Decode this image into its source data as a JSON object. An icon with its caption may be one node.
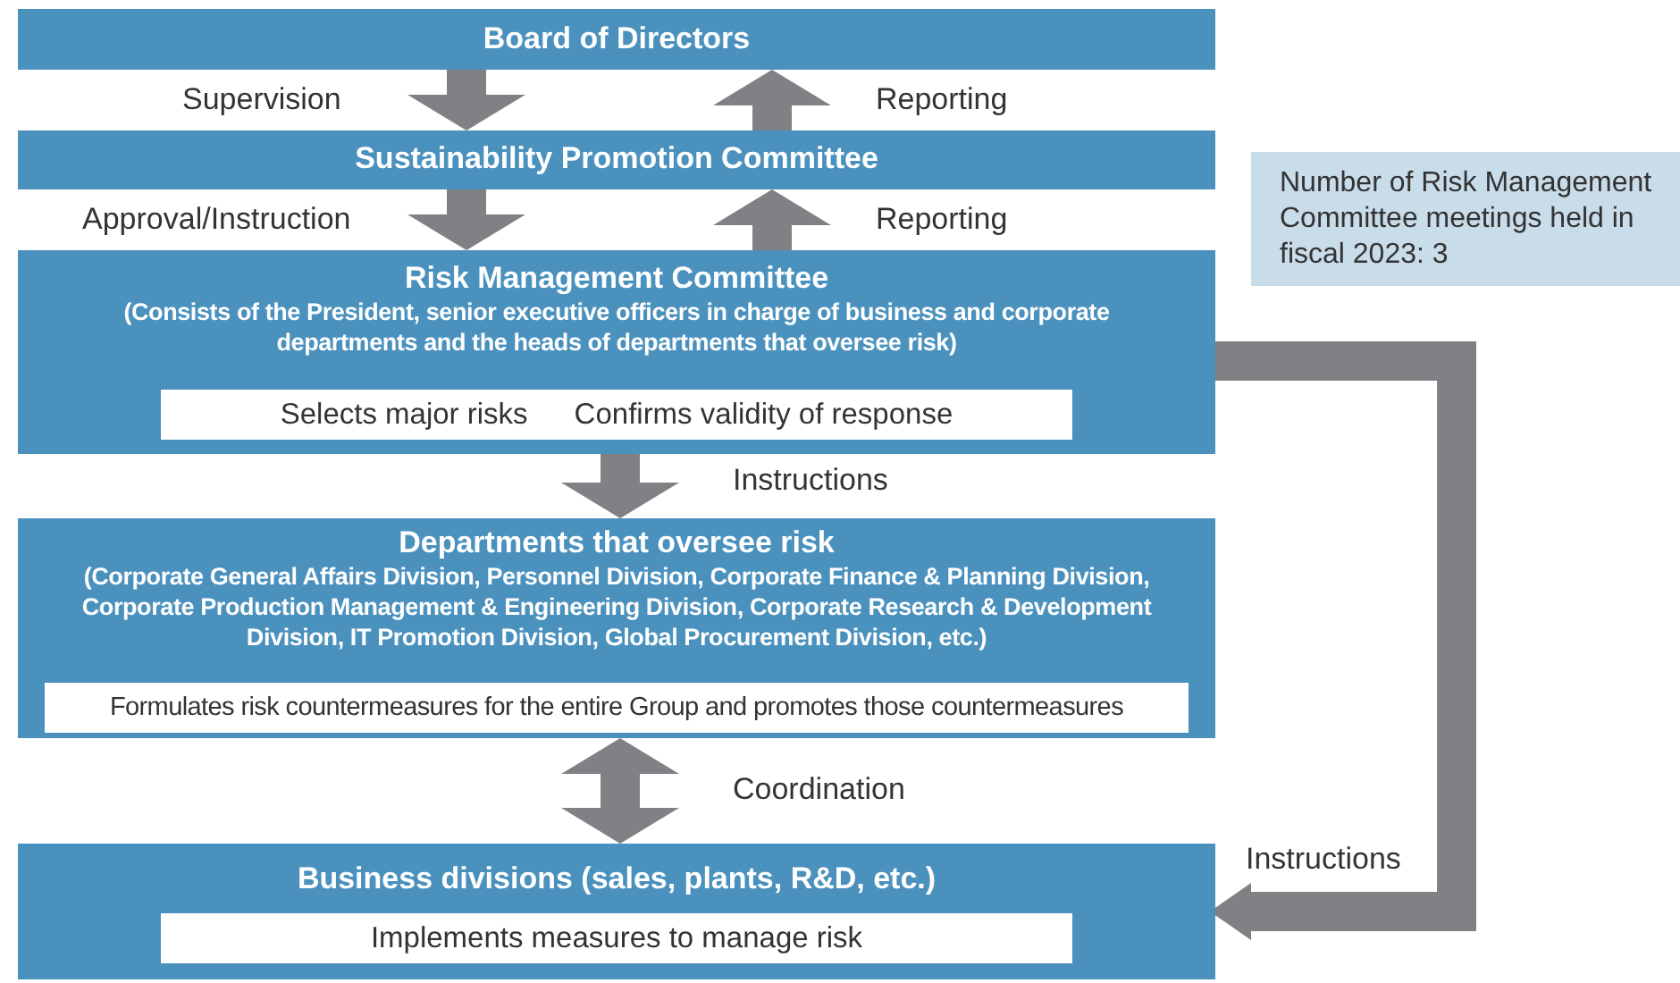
{
  "diagram": {
    "nodes": [
      {
        "text": [
          "Board of Directors"
        ]
      },
      {
        "text": [
          "Sustainability Promotion Committee"
        ]
      },
      {
        "text": [
          "Risk Management Committee",
          "(Consists of the President, senior executive officers in charge of business and corporate departments and the heads of departments that oversee risk)"
        ]
      },
      {
        "text": [
          "Selects major risks",
          "Confirms validity of response"
        ],
        "in": 2
      },
      {
        "text": [
          "Departments that oversee risk",
          "(Corporate General Affairs Division, Personnel Division, Corporate Finance & Planning Division, Corporate Production Management & Engineering Division, Corporate Research & Development Division, IT Promotion Division, Global Procurement Division, etc.)"
        ]
      },
      {
        "text": [
          "Formulates risk countermeasures for the entire Group and promotes those countermeasures"
        ],
        "in": 4
      },
      {
        "text": [
          "Business divisions (sales, plants, R&D, etc.)"
        ]
      },
      {
        "text": [
          "Implements measures to manage risk"
        ],
        "in": 6
      },
      {
        "text": [
          "Number of Risk Management Committee meetings held in fiscal 2023:  3"
        ]
      }
    ],
    "edges": [
      {
        "from": 0,
        "to": 1,
        "arrow": "to",
        "label": "Supervision"
      },
      {
        "from": 1,
        "to": 0,
        "arrow": "to",
        "label": "Reporting"
      },
      {
        "from": 1,
        "to": 2,
        "arrow": "to",
        "label": "Approval/Instruction"
      },
      {
        "from": 2,
        "to": 1,
        "arrow": "to",
        "label": "Reporting"
      },
      {
        "from": 2,
        "to": 4,
        "arrow": "to",
        "label": "Instructions"
      },
      {
        "from": 4,
        "to": 6,
        "arrow": "both",
        "label": "Coordination"
      },
      {
        "from": 2,
        "to": 6,
        "arrow": "to",
        "label": "Instructions"
      }
    ]
  }
}
